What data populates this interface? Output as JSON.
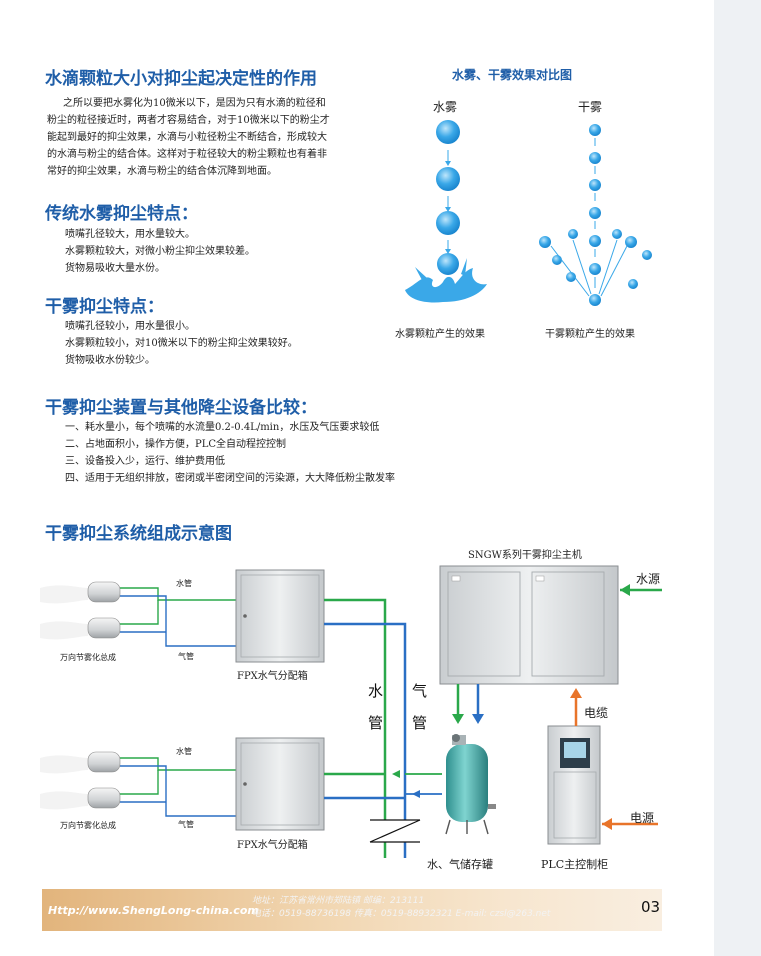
{
  "section1": {
    "title": "水滴颗粒大小对抑尘起决定性的作用",
    "lines": [
      "之所以要把水雾化为10微米以下，是因为只有水滴的粒径和",
      "粉尘的粒径接近时，两者才容易结合，对于10微米以下的粉尘才",
      "能起到最好的抑尘效果，水滴与小粒径粉尘不断结合，形成较大",
      "的水滴与粉尘的结合体。这样对于粒径较大的粉尘颗粒也有着非",
      "常好的抑尘效果，水滴与粉尘的结合体沉降到地面。"
    ]
  },
  "section2": {
    "title": "传统水雾抑尘特点：",
    "lines": [
      "喷嘴孔径较大，用水量较大。",
      "水雾颗粒较大，对微小粉尘抑尘效果较差。",
      "货物易吸收大量水份。"
    ]
  },
  "section3": {
    "title": "干雾抑尘特点：",
    "lines": [
      "喷嘴孔径较小，用水量很小。",
      "水雾颗粒较小，对10微米以下的粉尘抑尘效果较好。",
      "货物吸收水份较少。"
    ]
  },
  "section4": {
    "title": "干雾抑尘装置与其他降尘设备比较：",
    "lines": [
      "一、耗水量小，每个喷嘴的水流量0.2-0.4L/min，水压及气压要求较低",
      "二、占地面积小，操作方便，PLC全自动程控控制",
      "三、设备投入少，运行、维护费用低",
      "四、适用于无组织排放，密闭或半密闭空间的污染源，大大降低粉尘散发率"
    ]
  },
  "compare": {
    "title": "水雾、干雾效果对比图",
    "water_label": "水雾",
    "dry_label": "干雾",
    "water_caption": "水雾颗粒产生的效果",
    "dry_caption": "干雾颗粒产生的效果"
  },
  "system": {
    "title": "干雾抑尘系统组成示意图",
    "host_label": "SNGW系列干雾抑尘主机",
    "water_source": "水源",
    "water_pipe_small": "水管",
    "air_pipe_small": "气管",
    "nozzle_label": "万向节雾化总成",
    "box_label": "FPX水气分配箱",
    "water_pipe_v1": "水",
    "water_pipe_v2": "管",
    "air_pipe_v1": "气",
    "air_pipe_v2": "管",
    "cable": "电缆",
    "power": "电源",
    "tank_label": "水、气储存罐",
    "plc_label": "PLC主控制柜"
  },
  "footer": {
    "url": "Http://www.ShengLong-china.com",
    "address": "地址：江苏省常州市郑陆镇    邮编：213111",
    "contact": "电话：0519-88736198     传真：0519-88932321    E-mail: czsl@263.net",
    "page": "03"
  },
  "colors": {
    "heading": "#1f5ea8",
    "water_pipe": "#2aa84a",
    "air_pipe": "#2a6fc4",
    "arrow_orange": "#e8742a",
    "drop": "#3aa8e8"
  }
}
